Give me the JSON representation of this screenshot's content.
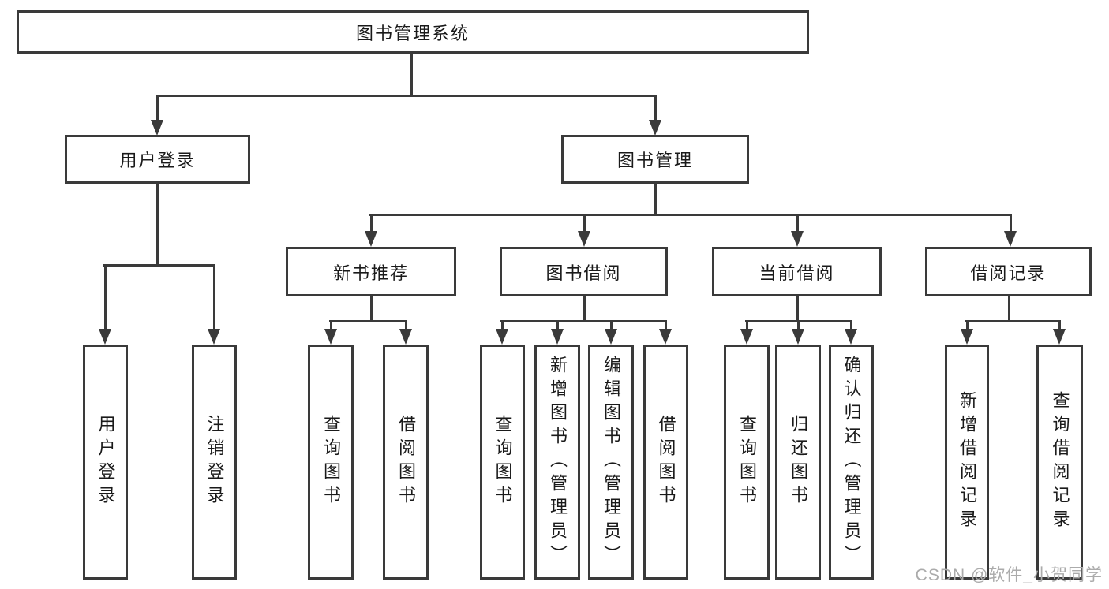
{
  "title": "图书管理系统",
  "nodes": {
    "root": "图书管理系统",
    "user_login": "用户登录",
    "book_mgmt": "图书管理",
    "login": "用户登录",
    "logout": "注销登录",
    "new_books": "新书推荐",
    "borrowing": "图书借阅",
    "current": "当前借阅",
    "records": "借阅记录",
    "nb_query": "查询图书",
    "nb_borrow": "借阅图书",
    "bw_query": "查询图书",
    "bw_add": "新增图书（管理员）",
    "bw_edit": "编辑图书（管理员）",
    "bw_borrow": "借阅图书",
    "cu_query": "查询图书",
    "cu_return": "归还图书",
    "cu_confirm": "确认归还（管理员）",
    "re_add": "新增借阅记录",
    "re_query": "查询借阅记录"
  },
  "watermark": "CSDN @软件_小贺同学",
  "colors": {
    "line": "#3a3a3a",
    "box_border": "#3a3a3a",
    "text": "#1a1a1a",
    "watermark": "#ababab",
    "background": "#ffffff"
  }
}
